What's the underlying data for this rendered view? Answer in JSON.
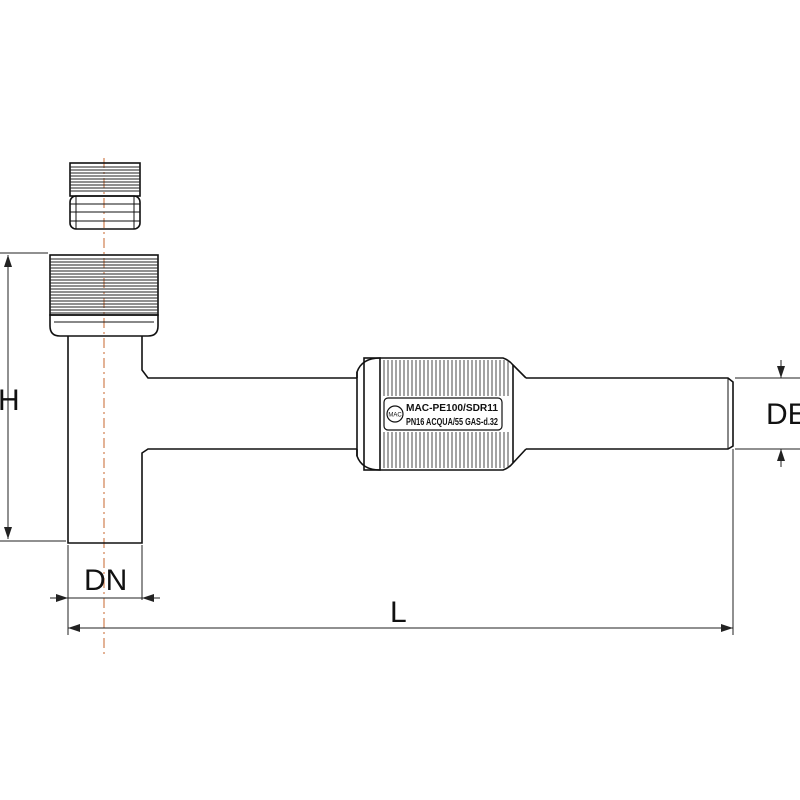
{
  "dimensions": {
    "height_label": "H",
    "nominal_diameter_label": "DN",
    "length_label": "L",
    "outer_diameter_label": "DE"
  },
  "marking": {
    "line1": "MAC-PE100/SDR11",
    "line2": "PN16  ACQUA/55  GAS-d.32",
    "logo_text": "MAC"
  },
  "colors": {
    "outline": "#111111",
    "centerline": "#d08050"
  }
}
